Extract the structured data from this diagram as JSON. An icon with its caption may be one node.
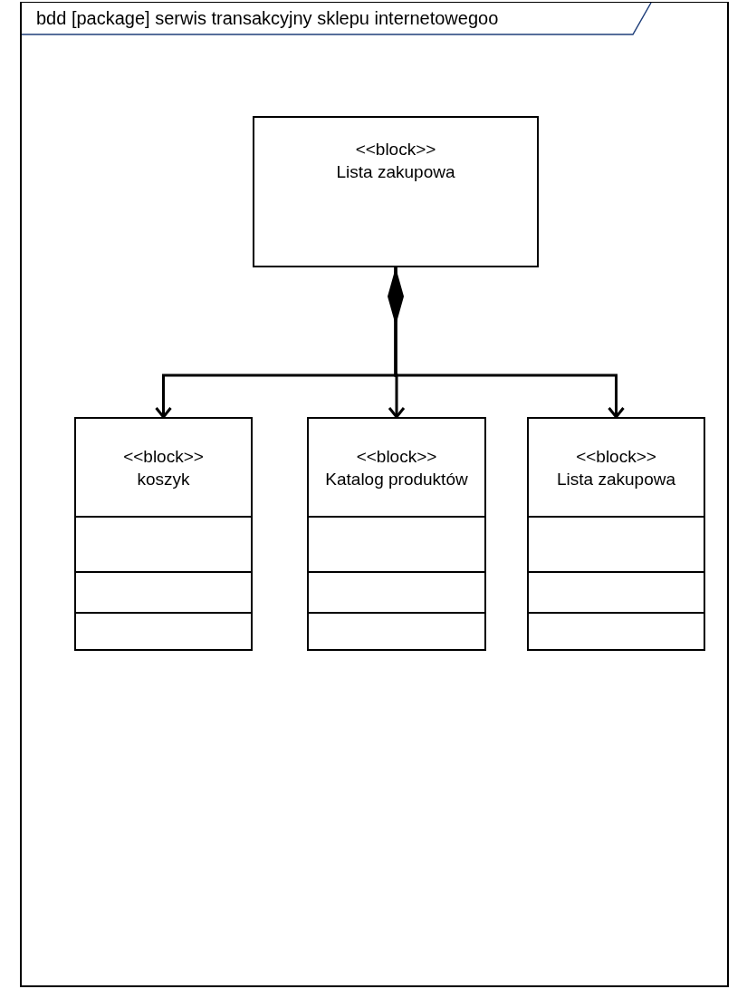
{
  "diagram": {
    "nodes": [
      {
        "text": [
          "bdd [package] serwis transakcyjny sklepu internetowegoo"
        ]
      },
      {
        "text": [
          "<<block>>",
          "Lista zakupowa"
        ],
        "in": 0
      },
      {
        "text": [
          "<<block>>",
          "koszyk"
        ],
        "in": 0
      },
      {
        "text": [
          "<<block>>",
          "Katalog produktów"
        ],
        "in": 0
      },
      {
        "text": [
          "<<block>>",
          "Lista zakupowa"
        ],
        "in": 0
      }
    ],
    "edges": [
      {
        "from": 1,
        "to": 2,
        "arrow": "to"
      },
      {
        "from": 1,
        "to": 3,
        "arrow": "to"
      },
      {
        "from": 1,
        "to": 4,
        "arrow": "to"
      }
    ]
  }
}
